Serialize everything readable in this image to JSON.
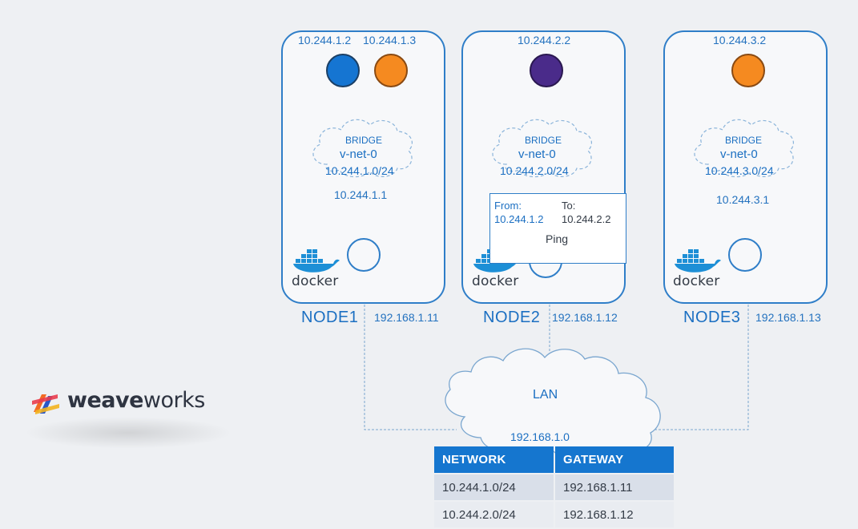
{
  "nodes": [
    {
      "name": "NODE1",
      "host_ip": "192.168.1.11",
      "pod_ips": [
        "10.244.1.2",
        "10.244.1.3"
      ],
      "bridge_word": "BRIDGE",
      "bridge_name": "v-net-0",
      "bridge_cidr": "10.244.1.0/24",
      "bridge_ip": "10.244.1.1",
      "docker": "docker"
    },
    {
      "name": "NODE2",
      "host_ip": "192.168.1.12",
      "pod_ips": [
        "10.244.2.2"
      ],
      "bridge_word": "BRIDGE",
      "bridge_name": "v-net-0",
      "bridge_cidr": "10.244.2.0/24",
      "docker": "docker"
    },
    {
      "name": "NODE3",
      "host_ip": "192.168.1.13",
      "pod_ips": [
        "10.244.3.2"
      ],
      "bridge_word": "BRIDGE",
      "bridge_name": "v-net-0",
      "bridge_cidr": "10.244.3.0/24",
      "bridge_ip": "10.244.3.1",
      "docker": "docker"
    }
  ],
  "ping": {
    "from_label": "From:",
    "from_ip": "10.244.1.2",
    "to_label": "To:",
    "to_ip": "10.244.2.2",
    "action": "Ping"
  },
  "lan": {
    "label": "LAN",
    "ip": "192.168.1.0"
  },
  "route_table": {
    "headers": [
      "NETWORK",
      "GATEWAY"
    ],
    "rows": [
      [
        "10.244.1.0/24",
        "192.168.1.11"
      ],
      [
        "10.244.2.0/24",
        "192.168.1.12"
      ]
    ]
  },
  "logo": {
    "bold": "weave",
    "regular": "works"
  },
  "colors": {
    "accent": "#1b6fc2",
    "pod_blue": "#1575d2",
    "pod_orange": "#f58a20",
    "pod_purple": "#4a2b8a",
    "table_header": "#1576cf"
  }
}
